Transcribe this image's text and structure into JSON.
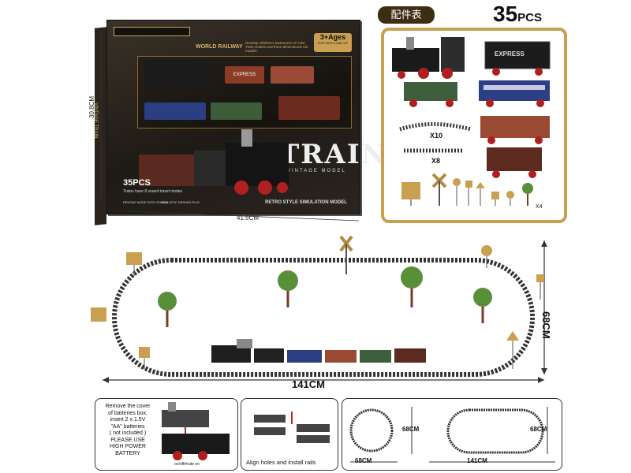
{
  "header": {
    "parts_title": "配件表",
    "pcs_number": "35",
    "pcs_unit": "PCS"
  },
  "box": {
    "brand": "WORLD RAILWAY",
    "age_badge": "3+Ages",
    "age_sub": "FOR KIDS 3 AND UP",
    "description": "Develop children's awareness of color, Train models and three-dimensional rail models.",
    "title": "TRAIN",
    "subtitle": "VINTAGE MODEL",
    "tagline": "RETRO STYLE SIMULATION MODEL",
    "side_text": "VINTAGE TRAIN",
    "pcs": "35PCS",
    "feature_text": "Trains have 8 sound travel modes",
    "feature1": "DRIVING MODE WITH SOUND",
    "feature2": "REALISTIC DRIVING PLAY",
    "car_label": "EXPRESS",
    "dim_height": "30.8CM",
    "dim_width": "41.5CM",
    "dim_depth": "5.1CM"
  },
  "parts": {
    "tender_label": "EXPRESS",
    "curve_qty": "X10",
    "straight_qty": "X8",
    "tree_qty": "X4"
  },
  "layout": {
    "width_label": "141CM",
    "height_label": "68CM"
  },
  "instructions": {
    "battery_text": [
      "Remove the cover",
      "of batteries box,",
      "insert 2 x 1.5V",
      "\"AA\" batteries",
      "( not included )",
      "PLEASE USE",
      "HIGH POWER",
      "BATTERY"
    ],
    "switch_label": "on/off/mute on",
    "rails_text": "Align holes and install rails",
    "circle_h": "68CM",
    "circle_w": "68CM",
    "oval_h": "68CM",
    "oval_w": "141CM"
  }
}
